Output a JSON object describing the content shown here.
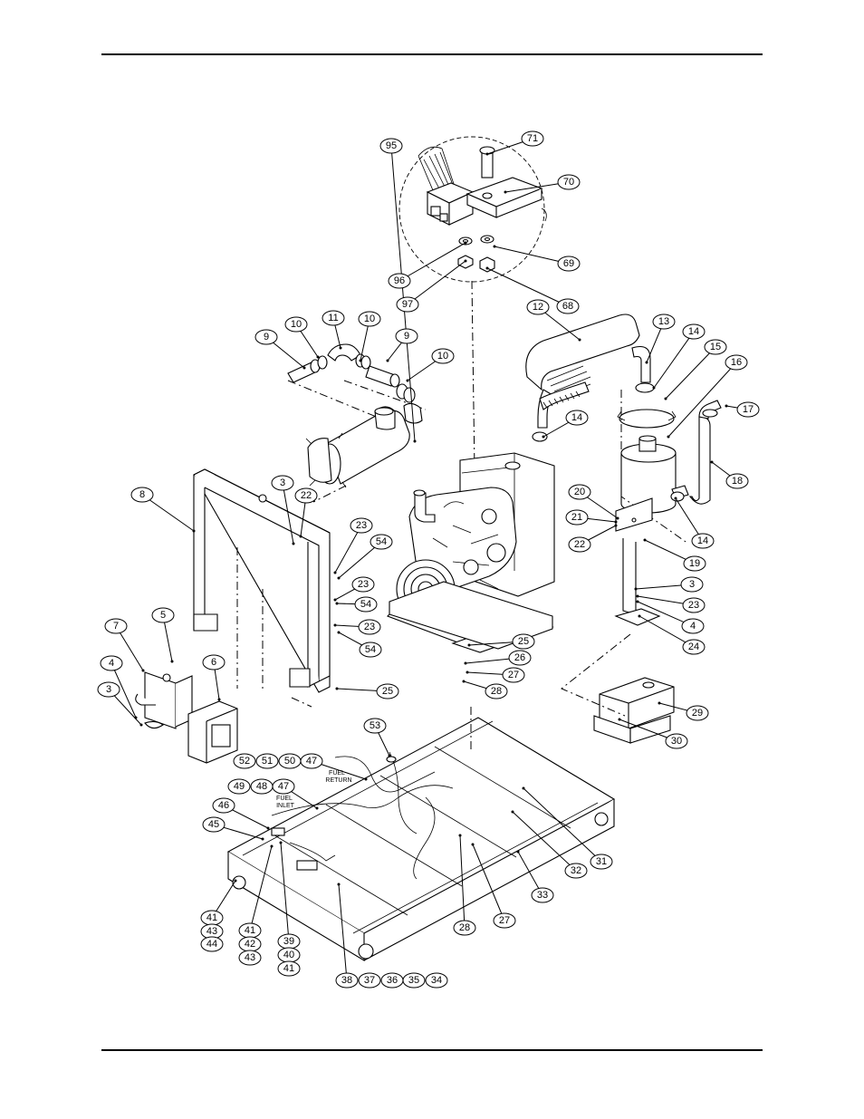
{
  "annotations": {
    "fuel_return_1": "FUEL",
    "fuel_return_2": "RETURN",
    "fuel_inlet_1": "FUEL",
    "fuel_inlet_2": "INLET"
  },
  "callouts": [
    {
      "id": "c95",
      "label": "95",
      "tx": [
        458,
        487
      ]
    },
    {
      "id": "c71",
      "label": "71",
      "tx": [
        538,
        170
      ]
    },
    {
      "id": "c70",
      "label": "70",
      "tx": [
        558,
        212
      ]
    },
    {
      "id": "c96",
      "label": "96",
      "tx": [
        514,
        268
      ]
    },
    {
      "id": "c69",
      "label": "69",
      "tx": [
        546,
        272
      ]
    },
    {
      "id": "c97",
      "label": "97",
      "tx": [
        514,
        288
      ]
    },
    {
      "id": "c68",
      "label": "68",
      "tx": [
        538,
        296
      ]
    },
    {
      "id": "c12",
      "label": "12",
      "tx": [
        640,
        375
      ]
    },
    {
      "id": "c13",
      "label": "13",
      "tx": [
        714,
        400
      ]
    },
    {
      "id": "c14a",
      "label": "14",
      "tx": [
        722,
        428
      ]
    },
    {
      "id": "c15",
      "label": "15",
      "tx": [
        735,
        440
      ]
    },
    {
      "id": "c16",
      "label": "16",
      "tx": [
        738,
        482
      ]
    },
    {
      "id": "c17",
      "label": "17",
      "tx": [
        802,
        448
      ]
    },
    {
      "id": "c18",
      "label": "18",
      "tx": [
        786,
        510
      ]
    },
    {
      "id": "c14b",
      "label": "14",
      "tx": [
        600,
        482
      ]
    },
    {
      "id": "c14c",
      "label": "14",
      "tx": [
        746,
        550
      ]
    },
    {
      "id": "c9a",
      "label": "9",
      "tx": [
        336,
        406
      ]
    },
    {
      "id": "c10a",
      "label": "10",
      "tx": [
        351,
        394
      ]
    },
    {
      "id": "c11",
      "label": "11",
      "tx": [
        376,
        384
      ]
    },
    {
      "id": "c10b",
      "label": "10",
      "tx": [
        398,
        398
      ]
    },
    {
      "id": "c9b",
      "label": "9",
      "tx": [
        428,
        398
      ]
    },
    {
      "id": "c10c",
      "label": "10",
      "tx": [
        450,
        420
      ]
    },
    {
      "id": "c8",
      "label": "8",
      "tx": [
        214,
        586
      ]
    },
    {
      "id": "c3a",
      "label": "3",
      "tx": [
        324,
        600
      ]
    },
    {
      "id": "c22a",
      "label": "22",
      "tx": [
        332,
        592
      ]
    },
    {
      "id": "c23a",
      "label": "23",
      "tx": [
        370,
        632
      ]
    },
    {
      "id": "c54a",
      "label": "54",
      "tx": [
        374,
        638
      ]
    },
    {
      "id": "c23b",
      "label": "23",
      "tx": [
        370,
        662
      ]
    },
    {
      "id": "c54b",
      "label": "54",
      "tx": [
        372,
        666
      ]
    },
    {
      "id": "c23c",
      "label": "23",
      "tx": [
        370,
        690
      ]
    },
    {
      "id": "c54c",
      "label": "54",
      "tx": [
        374,
        698
      ]
    },
    {
      "id": "c25a",
      "label": "25",
      "tx": [
        372,
        760
      ]
    },
    {
      "id": "c20",
      "label": "20",
      "tx": [
        682,
        572
      ]
    },
    {
      "id": "c21",
      "label": "21",
      "tx": [
        680,
        576
      ]
    },
    {
      "id": "c22b",
      "label": "22",
      "tx": [
        680,
        580
      ]
    },
    {
      "id": "c19",
      "label": "19",
      "tx": [
        712,
        596
      ]
    },
    {
      "id": "c3b",
      "label": "3",
      "tx": [
        702,
        650
      ]
    },
    {
      "id": "c23d",
      "label": "23",
      "tx": [
        704,
        658
      ]
    },
    {
      "id": "c4a",
      "label": "4",
      "tx": [
        704,
        664
      ]
    },
    {
      "id": "c24",
      "label": "24",
      "tx": [
        706,
        680
      ]
    },
    {
      "id": "c25b",
      "label": "25",
      "tx": [
        518,
        712
      ]
    },
    {
      "id": "c26",
      "label": "26",
      "tx": [
        514,
        732
      ]
    },
    {
      "id": "c27a",
      "label": "27",
      "tx": [
        516,
        742
      ]
    },
    {
      "id": "c28a",
      "label": "28",
      "tx": [
        512,
        752
      ]
    },
    {
      "id": "c29",
      "label": "29",
      "tx": [
        728,
        776
      ]
    },
    {
      "id": "c30",
      "label": "30",
      "tx": [
        684,
        794
      ]
    },
    {
      "id": "c7",
      "label": "7",
      "tx": [
        158,
        740
      ]
    },
    {
      "id": "c5",
      "label": "5",
      "tx": [
        190,
        730
      ]
    },
    {
      "id": "c6",
      "label": "6",
      "tx": [
        242,
        772
      ]
    },
    {
      "id": "c4b",
      "label": "4",
      "tx": [
        150,
        792
      ]
    },
    {
      "id": "c3c",
      "label": "3",
      "tx": [
        156,
        800
      ]
    },
    {
      "id": "c53",
      "label": "53",
      "tx": [
        430,
        834
      ]
    },
    {
      "id": "c52",
      "label": "52",
      "tx": [
        0,
        0
      ]
    },
    {
      "id": "c51",
      "label": "51",
      "tx": [
        0,
        0
      ]
    },
    {
      "id": "c50",
      "label": "50",
      "tx": [
        0,
        0
      ]
    },
    {
      "id": "c47a",
      "label": "47",
      "tx": [
        404,
        860
      ]
    },
    {
      "id": "c49",
      "label": "49",
      "tx": [
        0,
        0
      ]
    },
    {
      "id": "c48",
      "label": "48",
      "tx": [
        0,
        0
      ]
    },
    {
      "id": "c47b",
      "label": "47",
      "tx": [
        350,
        892
      ]
    },
    {
      "id": "c46",
      "label": "46",
      "tx": [
        296,
        914
      ]
    },
    {
      "id": "c45",
      "label": "45",
      "tx": [
        290,
        926
      ]
    },
    {
      "id": "c31",
      "label": "31",
      "tx": [
        578,
        870
      ]
    },
    {
      "id": "c32",
      "label": "32",
      "tx": [
        566,
        896
      ]
    },
    {
      "id": "c33",
      "label": "33",
      "tx": [
        572,
        940
      ]
    },
    {
      "id": "c27b",
      "label": "27",
      "tx": [
        522,
        932
      ]
    },
    {
      "id": "c28b",
      "label": "28",
      "tx": [
        508,
        922
      ]
    },
    {
      "id": "c41a",
      "label": "41",
      "tx": [
        260,
        972
      ]
    },
    {
      "id": "c43a",
      "label": "43",
      "tx": [
        0,
        0
      ]
    },
    {
      "id": "c44",
      "label": "44",
      "tx": [
        0,
        0
      ]
    },
    {
      "id": "c41b",
      "label": "41",
      "tx": [
        300,
        934
      ]
    },
    {
      "id": "c42",
      "label": "42",
      "tx": [
        0,
        0
      ]
    },
    {
      "id": "c43b",
      "label": "43",
      "tx": [
        0,
        0
      ]
    },
    {
      "id": "c39",
      "label": "39",
      "tx": [
        310,
        930
      ]
    },
    {
      "id": "c40",
      "label": "40",
      "tx": [
        0,
        0
      ]
    },
    {
      "id": "c41c",
      "label": "41",
      "tx": [
        0,
        0
      ]
    },
    {
      "id": "c38",
      "label": "38",
      "tx": [
        374,
        976
      ]
    },
    {
      "id": "c37",
      "label": "37",
      "tx": [
        0,
        0
      ]
    },
    {
      "id": "c36",
      "label": "36",
      "tx": [
        0,
        0
      ]
    },
    {
      "id": "c35",
      "label": "35",
      "tx": [
        0,
        0
      ]
    },
    {
      "id": "c34",
      "label": "34",
      "tx": [
        0,
        0
      ]
    }
  ]
}
